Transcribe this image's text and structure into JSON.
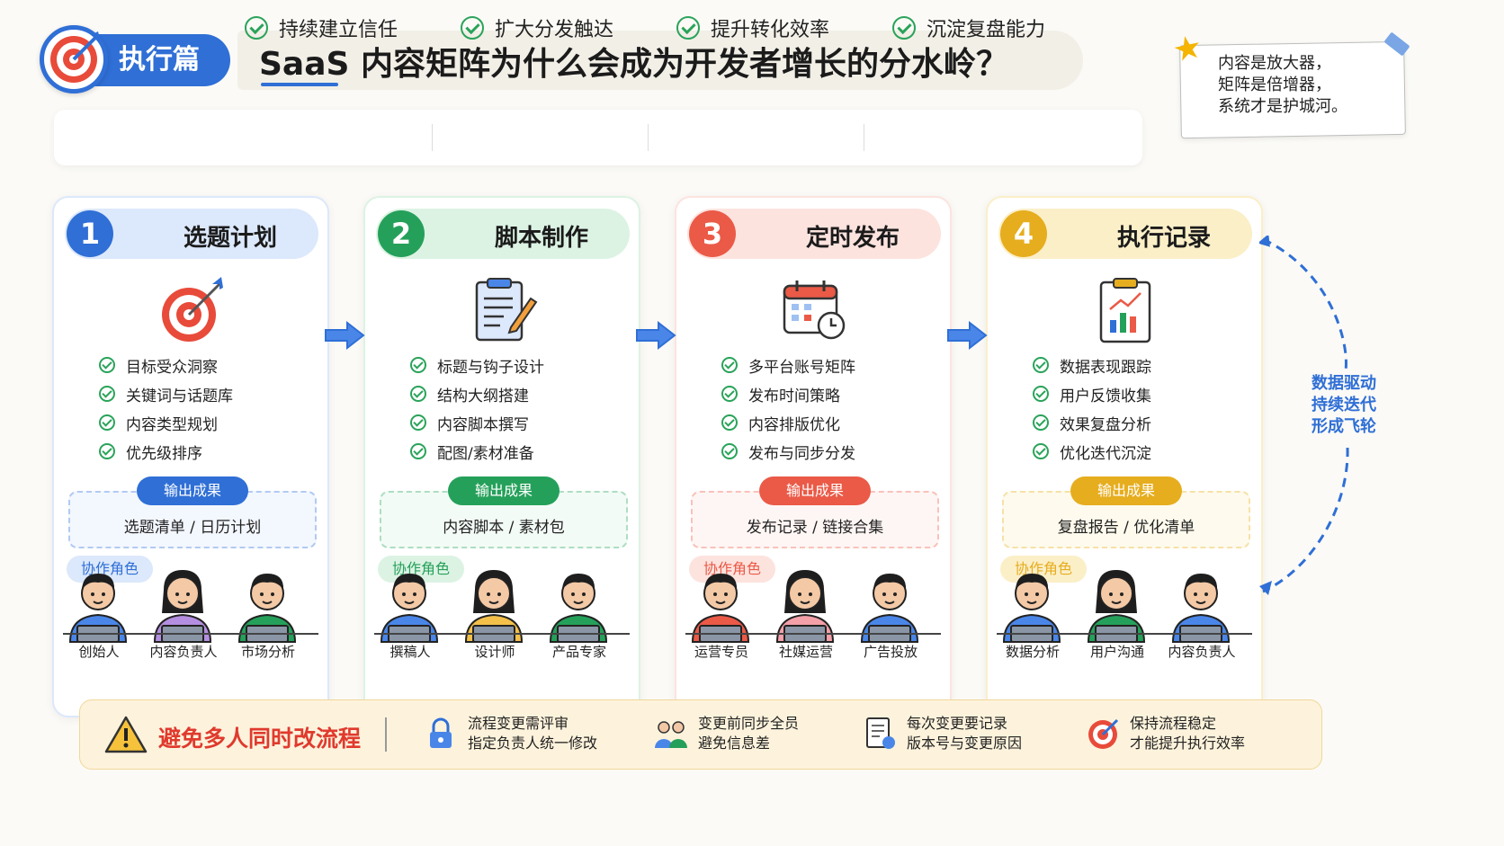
{
  "header": {
    "badge": "执行篇",
    "title": "SaaS 内容矩阵为什么会成为开发者增长的分水岭？",
    "pillars": [
      "持续建立信任",
      "扩大分发触达",
      "提升转化效率",
      "沉淀复盘能力"
    ]
  },
  "note": {
    "lines": [
      "内容是放大器，",
      "矩阵是倍增器，",
      "系统才是护城河。"
    ]
  },
  "steps": [
    {
      "num": "1",
      "title": "选题计划",
      "color": "#2f6fd6",
      "soft": "#dce8fb",
      "items": [
        "目标受众洞察",
        "关键词与话题库",
        "内容类型规划",
        "优先级排序"
      ],
      "output_label": "输出成果",
      "output": "选题清单 / 日历计划",
      "roles_label": "协作角色",
      "roles": [
        "创始人",
        "内容负责人",
        "市场分析"
      ]
    },
    {
      "num": "2",
      "title": "脚本制作",
      "color": "#25a05a",
      "soft": "#dcf3e4",
      "items": [
        "标题与钩子设计",
        "结构大纲搭建",
        "内容脚本撰写",
        "配图/素材准备"
      ],
      "output_label": "输出成果",
      "output": "内容脚本 / 素材包",
      "roles_label": "协作角色",
      "roles": [
        "撰稿人",
        "设计师",
        "产品专家"
      ]
    },
    {
      "num": "3",
      "title": "定时发布",
      "color": "#ea5a47",
      "soft": "#fde3de",
      "items": [
        "多平台账号矩阵",
        "发布时间策略",
        "内容排版优化",
        "发布与同步分发"
      ],
      "output_label": "输出成果",
      "output": "发布记录 / 链接合集",
      "roles_label": "协作角色",
      "roles": [
        "运营专员",
        "社媒运营",
        "广告投放"
      ]
    },
    {
      "num": "4",
      "title": "执行记录",
      "color": "#e6ad1e",
      "soft": "#fbefc8",
      "items": [
        "数据表现跟踪",
        "用户反馈收集",
        "效果复盘分析",
        "优化迭代沉淀"
      ],
      "output_label": "输出成果",
      "output": "复盘报告 / 优化清单",
      "roles_label": "协作角色",
      "roles": [
        "数据分析",
        "用户沟通",
        "内容负责人"
      ]
    }
  ],
  "flywheel": [
    "数据驱动",
    "持续迭代",
    "形成飞轮"
  ],
  "bottom": {
    "warning": "避免多人同时改流程",
    "tips": [
      {
        "icon": "lock-icon",
        "lines": [
          "流程变更需评审",
          "指定负责人统一修改"
        ]
      },
      {
        "icon": "team-sync-icon",
        "lines": [
          "变更前同步全员",
          "避免信息差"
        ]
      },
      {
        "icon": "document-record-icon",
        "lines": [
          "每次变更要记录",
          "版本号与变更原因"
        ]
      },
      {
        "icon": "target-icon",
        "lines": [
          "保持流程稳定",
          "才能提升执行效率"
        ]
      }
    ]
  }
}
